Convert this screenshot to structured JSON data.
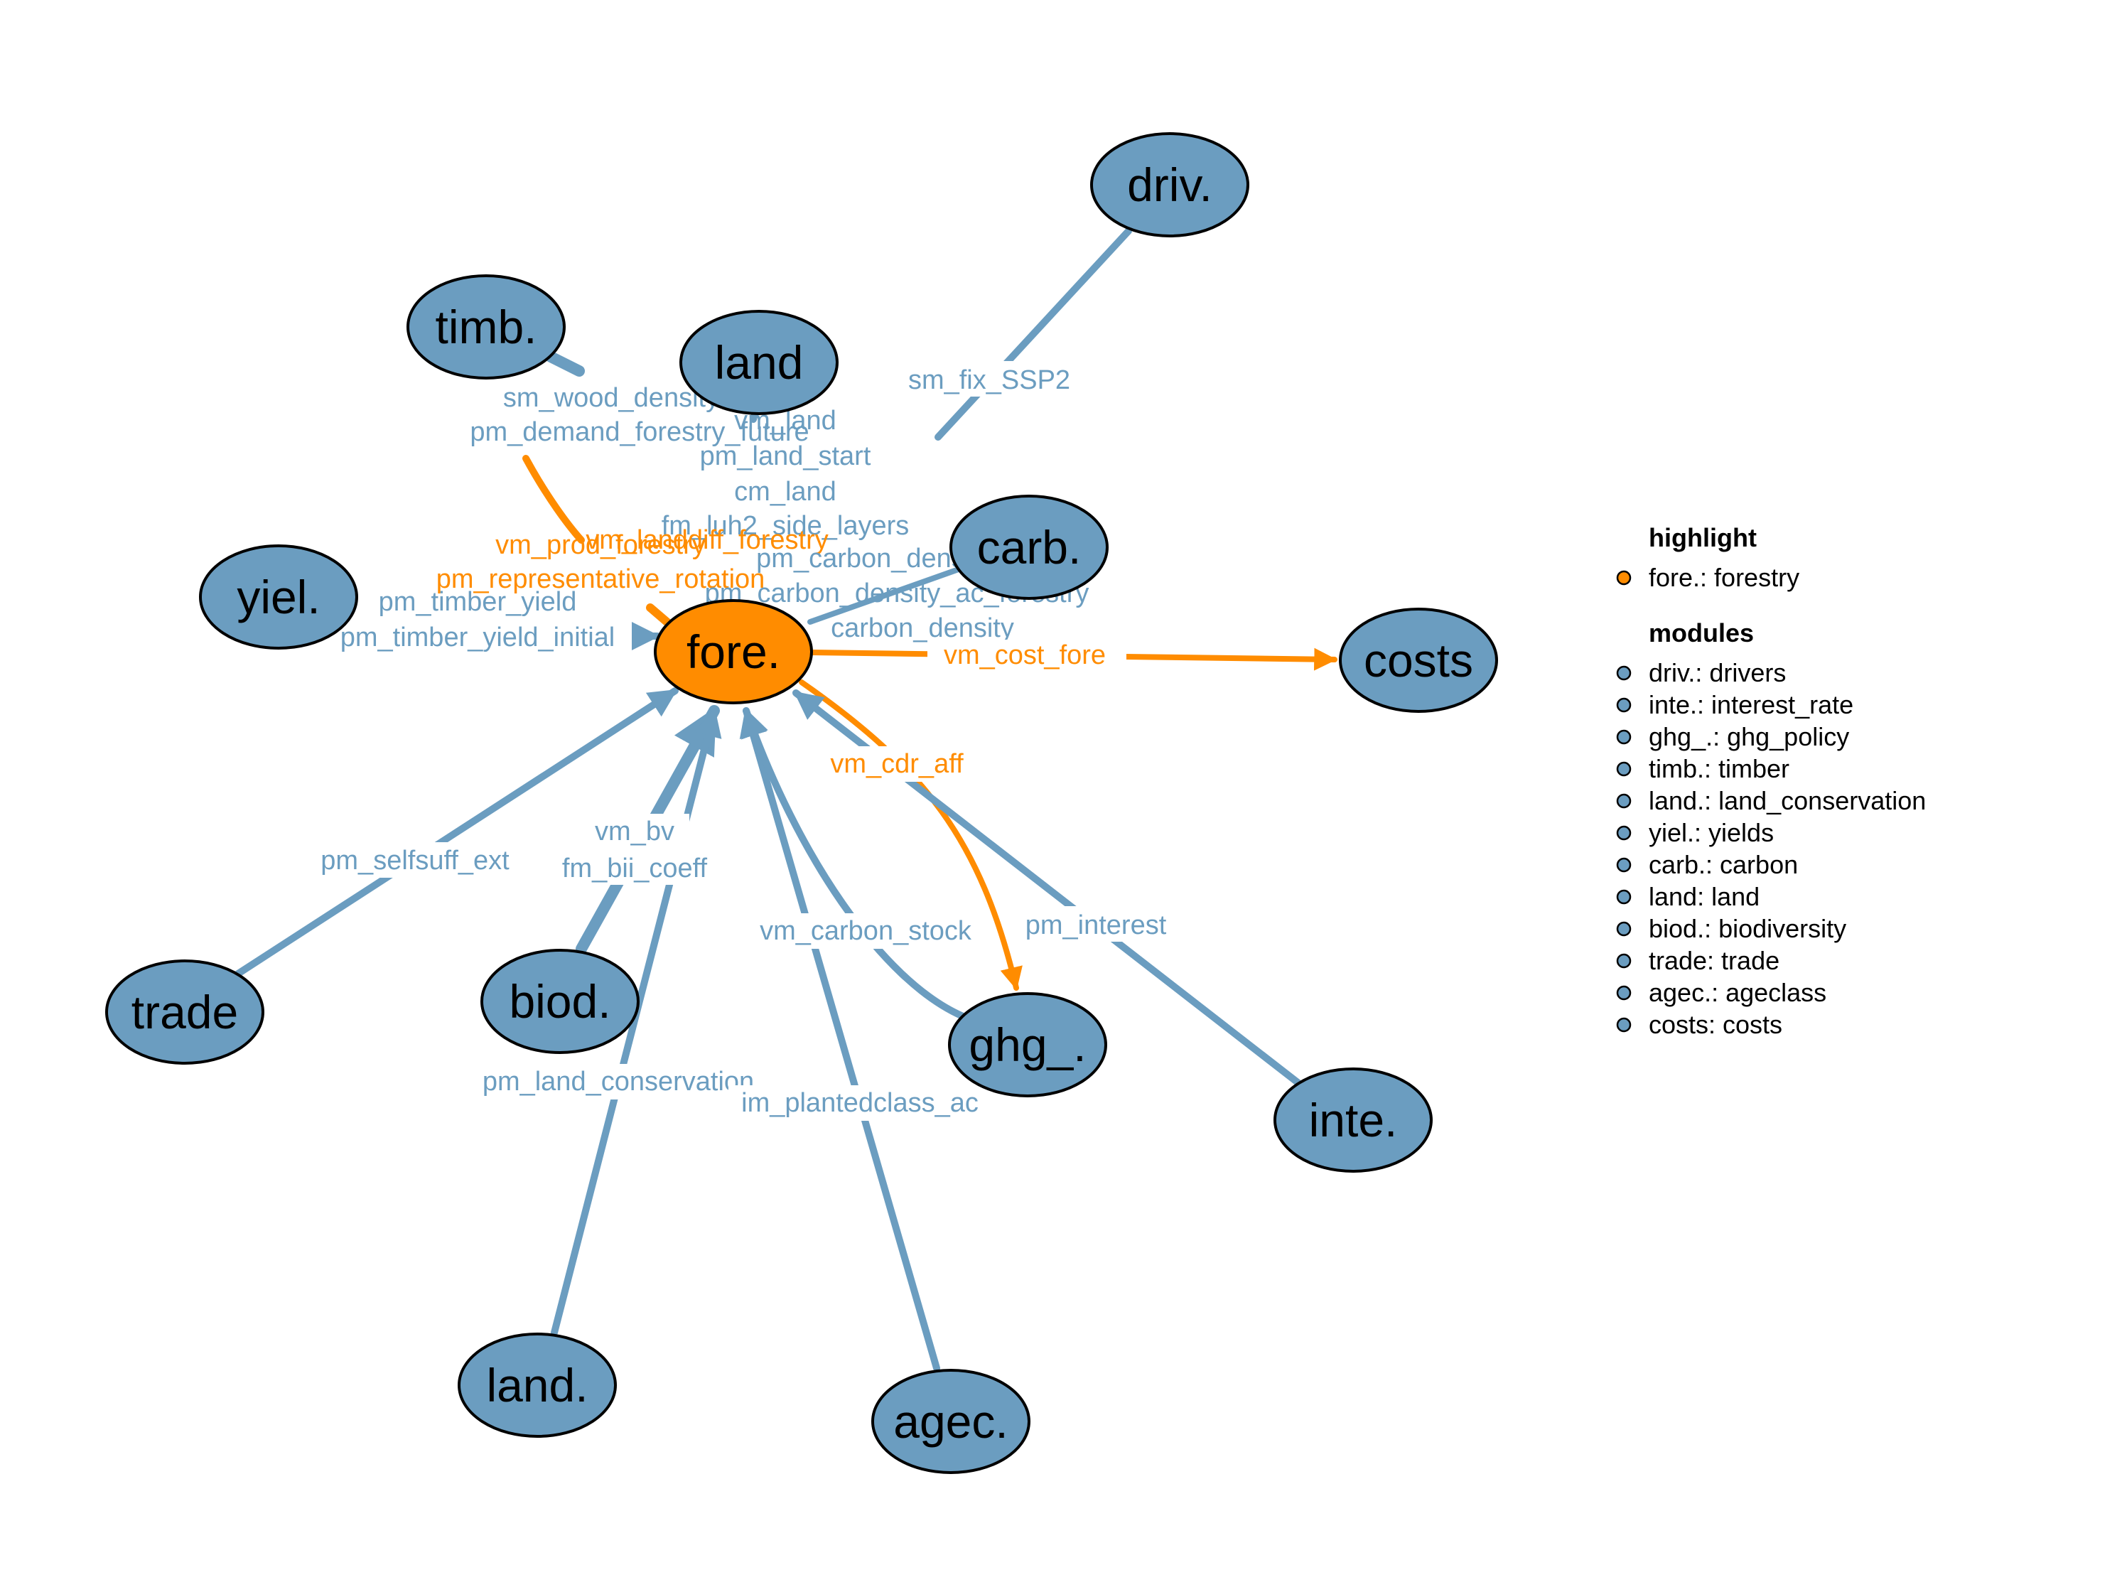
{
  "colors": {
    "module": "#6b9dc0",
    "highlight": "#ff8c00",
    "outline": "#000000"
  },
  "nodes": {
    "driv": "driv.",
    "timb": "timb.",
    "land_top": "land",
    "yiel": "yiel.",
    "carb": "carb.",
    "fore": "fore.",
    "costs": "costs",
    "trade": "trade",
    "biod": "biod.",
    "ghg": "ghg_.",
    "inte": "inte.",
    "land_cons": "land.",
    "agec": "agec."
  },
  "edge_labels": {
    "sm_fix_SSP2": "sm_fix_SSP2",
    "sm_wood_density": "sm_wood_density",
    "pm_demand_forestry_future": "pm_demand_forestry_future",
    "vm_land": "vm_land",
    "pm_land_start": "pm_land_start",
    "cm_land": "cm_land",
    "fm_luh2_side_layers": "fm_luh2_side_layers",
    "vm_prod_forestry": "vm_prod_forestry",
    "vm_landdiff_forestry": "vm_landdiff_forestry",
    "pm_carbon_density": "pm_carbon_density",
    "pm_representative_rotation": "pm_representative_rotation",
    "pm_carbon_density_ac_forestry": "pm_carbon_density_ac_forestry",
    "pm_timber_yield": "pm_timber_yield",
    "pm_timber_yield_initial": "pm_timber_yield_initial",
    "carbon_density": "carbon_density",
    "vm_cost_fore": "vm_cost_fore",
    "vm_cdr_aff": "vm_cdr_aff",
    "vm_bv": "vm_bv",
    "fm_bii_coeff": "fm_bii_coeff",
    "pm_selfsuff_ext": "pm_selfsuff_ext",
    "vm_carbon_stock": "vm_carbon_stock",
    "pm_interest": "pm_interest",
    "pm_land_conservation": "pm_land_conservation",
    "im_plantedclass_ac": "im_plantedclass_ac"
  },
  "legend": {
    "highlight_title": "highlight",
    "highlight_items": [
      "fore.: forestry"
    ],
    "modules_title": "modules",
    "module_items": [
      "driv.: drivers",
      "inte.: interest_rate",
      "ghg_.: ghg_policy",
      "timb.: timber",
      "land.: land_conservation",
      "yiel.: yields",
      "carb.: carbon",
      "land: land",
      "biod.: biodiversity",
      "trade: trade",
      "agec.: ageclass",
      "costs: costs"
    ]
  }
}
